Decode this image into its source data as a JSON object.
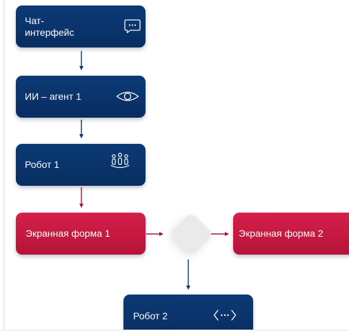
{
  "diagram": {
    "nodes": [
      {
        "id": "chat",
        "label": "Чат-\nинтерфейс",
        "icon": "chat-bubble-icon",
        "color": "#0b3570"
      },
      {
        "id": "agent1",
        "label": "ИИ – агент 1",
        "icon": "eye-icon",
        "color": "#0b3570"
      },
      {
        "id": "robot1",
        "label": "Робот 1",
        "icon": "people-icon",
        "color": "#0b3570"
      },
      {
        "id": "form1",
        "label": "Экранная форма 1",
        "icon": "",
        "color": "#c8193f"
      },
      {
        "id": "form2",
        "label": "Экранная форма 2",
        "icon": "",
        "color": "#c8193f"
      },
      {
        "id": "robot2",
        "label": "Робот 2",
        "icon": "code-arrows-icon",
        "color": "#0b3570"
      }
    ],
    "gateway": {
      "id": "gateway",
      "color": "#eaeaec"
    },
    "edges": [
      {
        "from": "chat",
        "to": "agent1",
        "color": "#0b3570"
      },
      {
        "from": "agent1",
        "to": "robot1",
        "color": "#0b3570"
      },
      {
        "from": "robot1",
        "to": "form1",
        "color": "#a3173c"
      },
      {
        "from": "form1",
        "to": "gateway",
        "color": "#a3173c"
      },
      {
        "from": "gateway",
        "to": "form2",
        "color": "#a3173c"
      },
      {
        "from": "gateway",
        "to": "robot2",
        "color": "#0b3570"
      }
    ]
  }
}
